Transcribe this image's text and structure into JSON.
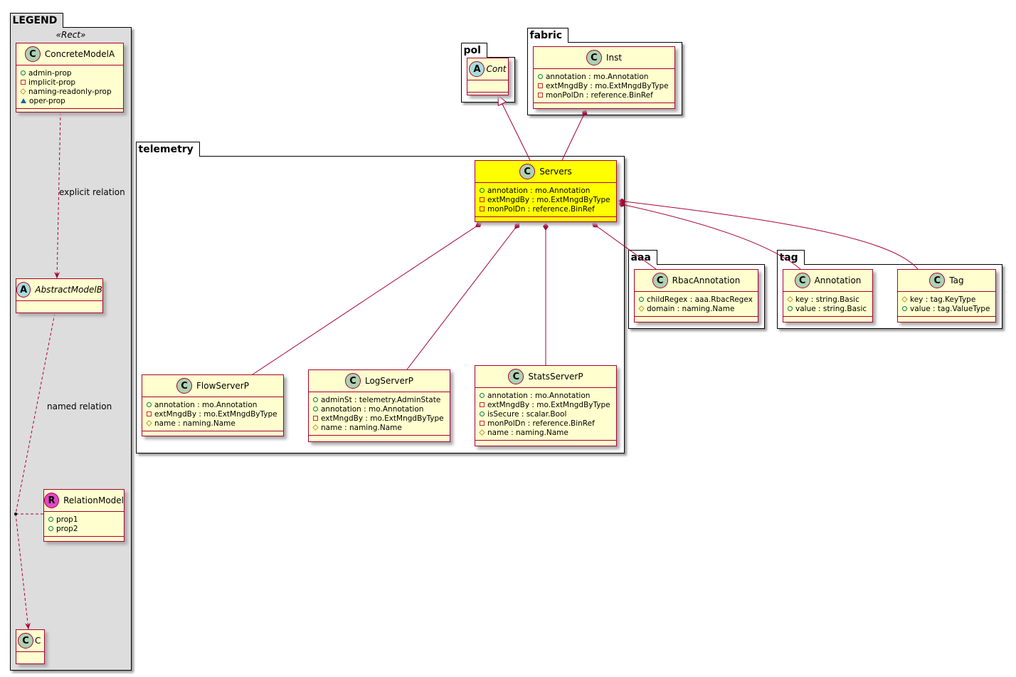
{
  "packages": {
    "legend": "LEGEND",
    "legend_stereotype": "«Rect»",
    "pol": "pol",
    "fabric": "fabric",
    "telemetry": "telemetry",
    "aaa": "aaa",
    "tag": "tag"
  },
  "edge_labels": {
    "explicit": "explicit relation",
    "named": "named relation"
  },
  "colors": {
    "border": "#a80036",
    "class_bg": "#fefece",
    "highlight": "#ffff00",
    "legend_bg": "#dddddd"
  },
  "classes": [
    {
      "id": "ConcreteModelA",
      "kind": "C",
      "name": "ConcreteModelA",
      "attrs": [
        {
          "vis": "pub",
          "text": "admin-prop"
        },
        {
          "vis": "priv",
          "text": "implicit-prop"
        },
        {
          "vis": "prot",
          "text": "naming-readonly-prop"
        },
        {
          "vis": "pkgv",
          "text": "oper-prop"
        }
      ]
    },
    {
      "id": "AbstractModelB",
      "kind": "A",
      "name": "AbstractModelB",
      "attrs": []
    },
    {
      "id": "RelationModel",
      "kind": "R",
      "name": "RelationModel",
      "attrs": [
        {
          "vis": "pub",
          "text": "prop1"
        },
        {
          "vis": "pub",
          "text": "prop2"
        }
      ]
    },
    {
      "id": "C",
      "kind": "C",
      "name": "C",
      "attrs": []
    },
    {
      "id": "Cont",
      "kind": "A",
      "name": "Cont",
      "attrs": []
    },
    {
      "id": "Inst",
      "kind": "C",
      "name": "Inst",
      "attrs": [
        {
          "vis": "pub",
          "text": "annotation : mo.Annotation"
        },
        {
          "vis": "priv",
          "text": "extMngdBy : mo.ExtMngdByType"
        },
        {
          "vis": "priv",
          "text": "monPolDn : reference.BinRef"
        }
      ]
    },
    {
      "id": "Servers",
      "kind": "C",
      "name": "Servers",
      "highlight": true,
      "attrs": [
        {
          "vis": "pub",
          "text": "annotation : mo.Annotation"
        },
        {
          "vis": "priv",
          "text": "extMngdBy : mo.ExtMngdByType"
        },
        {
          "vis": "priv",
          "text": "monPolDn : reference.BinRef"
        }
      ]
    },
    {
      "id": "FlowServerP",
      "kind": "C",
      "name": "FlowServerP",
      "attrs": [
        {
          "vis": "pub",
          "text": "annotation : mo.Annotation"
        },
        {
          "vis": "priv",
          "text": "extMngdBy : mo.ExtMngdByType"
        },
        {
          "vis": "prot",
          "text": "name : naming.Name"
        }
      ]
    },
    {
      "id": "LogServerP",
      "kind": "C",
      "name": "LogServerP",
      "attrs": [
        {
          "vis": "pub",
          "text": "adminSt : telemetry.AdminState"
        },
        {
          "vis": "pub",
          "text": "annotation : mo.Annotation"
        },
        {
          "vis": "priv",
          "text": "extMngdBy : mo.ExtMngdByType"
        },
        {
          "vis": "prot",
          "text": "name : naming.Name"
        }
      ]
    },
    {
      "id": "StatsServerP",
      "kind": "C",
      "name": "StatsServerP",
      "attrs": [
        {
          "vis": "pub",
          "text": "annotation : mo.Annotation"
        },
        {
          "vis": "priv",
          "text": "extMngdBy : mo.ExtMngdByType"
        },
        {
          "vis": "pub",
          "text": "isSecure : scalar.Bool"
        },
        {
          "vis": "priv",
          "text": "monPolDn : reference.BinRef"
        },
        {
          "vis": "prot",
          "text": "name : naming.Name"
        }
      ]
    },
    {
      "id": "RbacAnnotation",
      "kind": "C",
      "name": "RbacAnnotation",
      "attrs": [
        {
          "vis": "pub",
          "text": "childRegex : aaa.RbacRegex"
        },
        {
          "vis": "prot",
          "text": "domain : naming.Name"
        }
      ]
    },
    {
      "id": "Annotation",
      "kind": "C",
      "name": "Annotation",
      "attrs": [
        {
          "vis": "prot",
          "text": "key : string.Basic"
        },
        {
          "vis": "pub",
          "text": "value : string.Basic"
        }
      ]
    },
    {
      "id": "Tag",
      "kind": "C",
      "name": "Tag",
      "attrs": [
        {
          "vis": "prot",
          "text": "key : tag.KeyType"
        },
        {
          "vis": "pub",
          "text": "value : tag.ValueType"
        }
      ]
    }
  ]
}
